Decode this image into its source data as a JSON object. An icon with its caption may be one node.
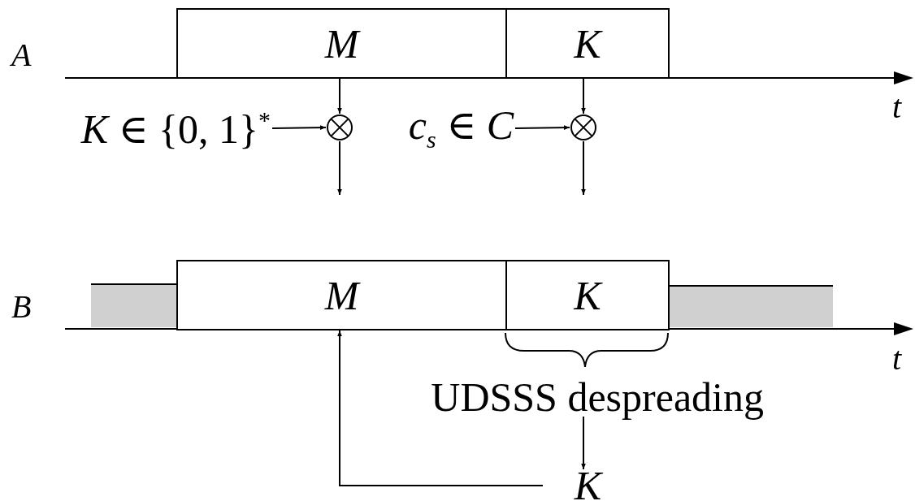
{
  "diagram": {
    "nodes": [
      {
        "text": [
          "M"
        ]
      },
      {
        "text": [
          "K"
        ]
      },
      {
        "text": [
          "*K* ∈ {0, 1}$^{*}$"
        ]
      },
      {
        "text": [],
        "shape": "circle"
      },
      {
        "text": [
          "*c*$_{s}$ ∈ *C*"
        ]
      },
      {
        "text": [],
        "shape": "circle"
      },
      {
        "text": [
          "M"
        ]
      },
      {
        "text": [
          "K"
        ]
      },
      {
        "text": [],
        "shape": "bar"
      },
      {
        "text": [],
        "shape": "bar"
      },
      {
        "text": [
          "UDSSS despreading"
        ]
      },
      {
        "text": [
          "K"
        ]
      }
    ],
    "edges": [
      {
        "from": 0,
        "to": 3,
        "arrow": "to"
      },
      {
        "from": 1,
        "to": 5,
        "arrow": "to"
      },
      {
        "from": 2,
        "to": 3,
        "arrow": "to"
      },
      {
        "from": 4,
        "to": 5,
        "arrow": "to"
      },
      {
        "from": 3,
        "to": null,
        "arrow": "to"
      },
      {
        "from": 5,
        "to": null,
        "arrow": "to"
      },
      {
        "from": 10,
        "to": 11,
        "arrow": "to"
      },
      {
        "from": 11,
        "to": 6,
        "arrow": "to"
      }
    ],
    "labels": [
      "A",
      "t",
      "B",
      "t"
    ]
  }
}
